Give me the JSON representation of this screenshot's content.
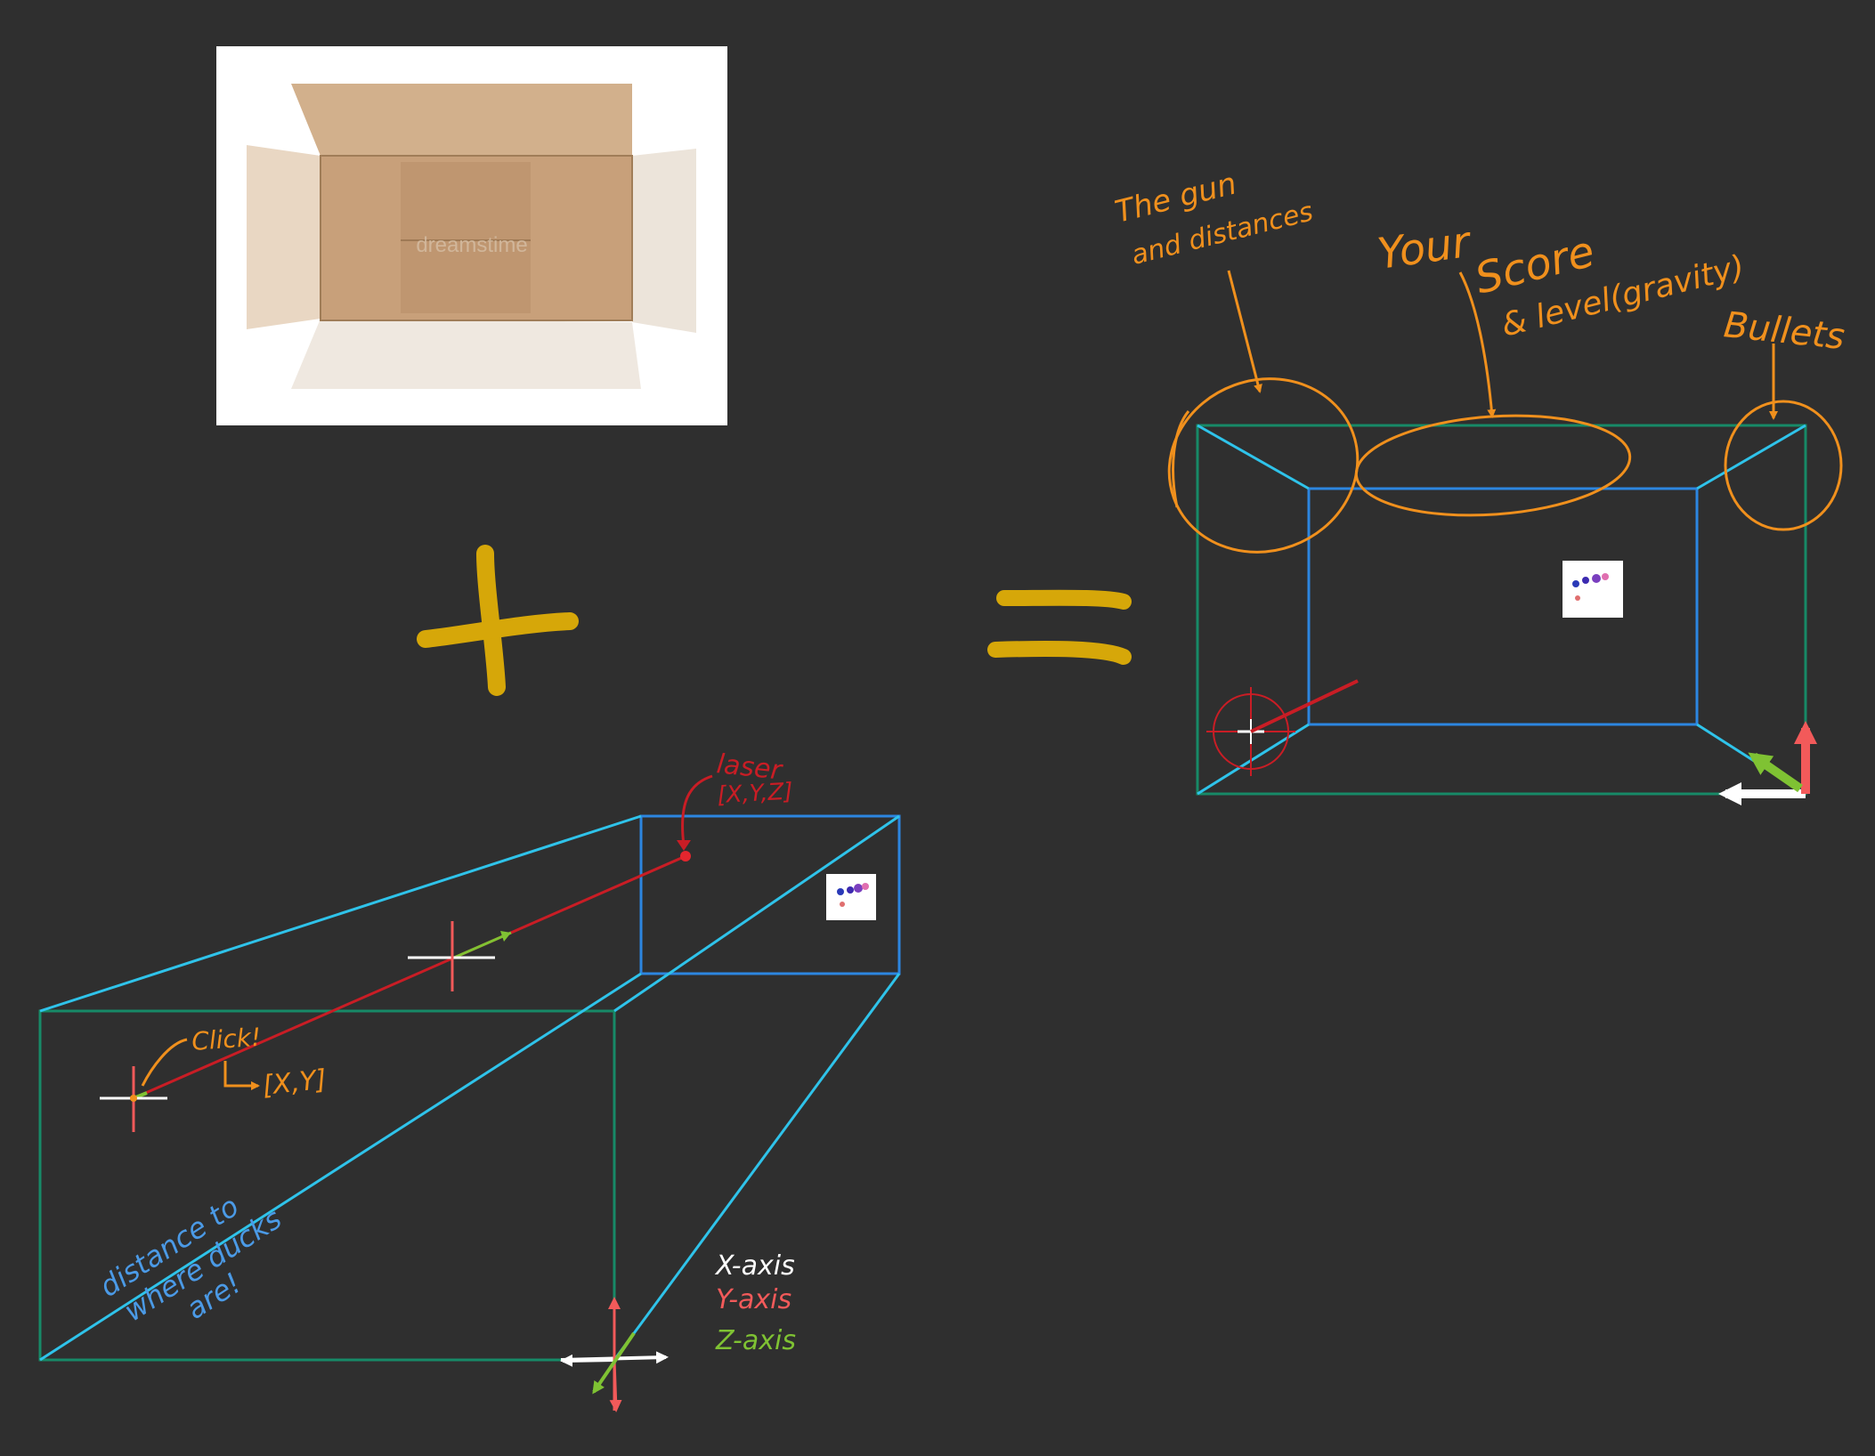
{
  "colors": {
    "background": "#2f2f2f",
    "cyan": "#2fc3ea",
    "blue": "#2c86e0",
    "green": "#178a67",
    "red": "#c91d25",
    "laser_red": "#e83a3a",
    "orange": "#f0901d",
    "yellow": "#d6a709",
    "axis_x": "#ffffff",
    "axis_y": "#f25a5a",
    "axis_z": "#7fc233",
    "label_blue": "#4b9ae6"
  },
  "box_photo": {
    "watermark": "dreamstime"
  },
  "symbols": {
    "plus": "+",
    "equals": "="
  },
  "perspective_diagram": {
    "laser_label": "laser",
    "laser_coords": "[X,Y,Z]",
    "click_label": "Click!",
    "click_coords": "[X,Y]",
    "distance_line1": "distance to",
    "distance_line2": "where ducks",
    "distance_line3": "are!",
    "legend": {
      "x_axis": "X-axis",
      "y_axis": "Y-axis",
      "z_axis": "Z-axis"
    }
  },
  "result_diagram": {
    "gun_line1": "The gun",
    "gun_line2": "and distances",
    "score_line1": "Your",
    "score_line2": "Score",
    "score_line3": "& level(gravity)",
    "bullets": "Bullets"
  }
}
